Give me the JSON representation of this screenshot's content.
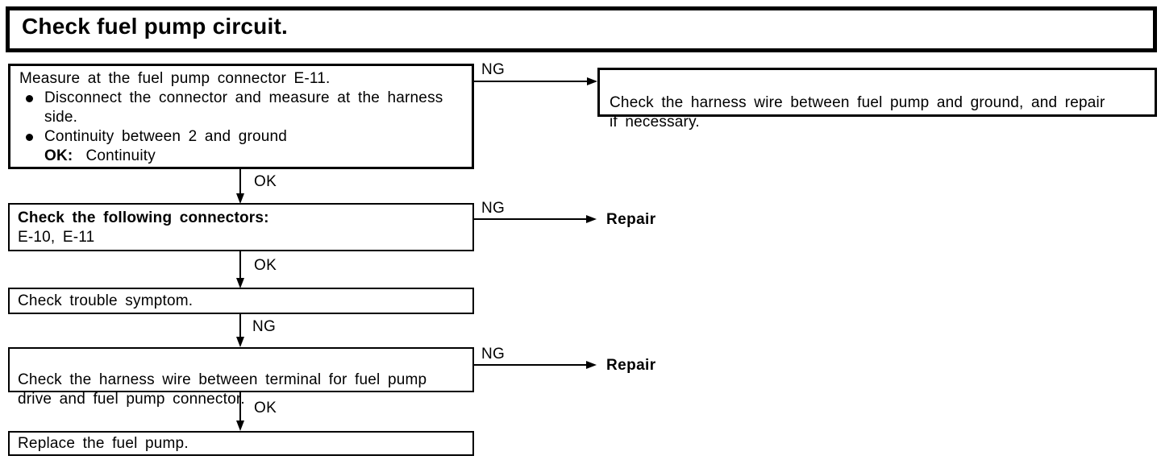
{
  "colors": {
    "ink": "#000000",
    "paper": "#ffffff"
  },
  "header": {
    "title": "Check fuel pump circuit."
  },
  "flow": {
    "step1": {
      "heading": "Measure at the fuel pump connector E-11.",
      "bullets": {
        "b1": "Disconnect the connector and measure at the harness\nside.",
        "b2": "Continuity between 2 and ground"
      },
      "ok_key": "OK:",
      "ok_value": "Continuity"
    },
    "step2": {
      "heading": "Check the following connectors:",
      "body": "E-10, E-11"
    },
    "step3": {
      "text": "Check trouble symptom."
    },
    "step4": {
      "text": "Check the harness wire between terminal for fuel pump\ndrive and fuel pump connector."
    },
    "step5": {
      "text": "Replace the fuel pump."
    },
    "result_ng1": {
      "text": "Check the harness wire between fuel pump and ground, and repair\nif necessary."
    },
    "result_ng2": {
      "text": "Repair"
    },
    "result_ng4": {
      "text": "Repair"
    }
  },
  "edges": {
    "ng1": "NG",
    "ok1": "OK",
    "ng2": "NG",
    "ok2": "OK",
    "ng3": "NG",
    "ng4": "NG",
    "ok4": "OK"
  }
}
